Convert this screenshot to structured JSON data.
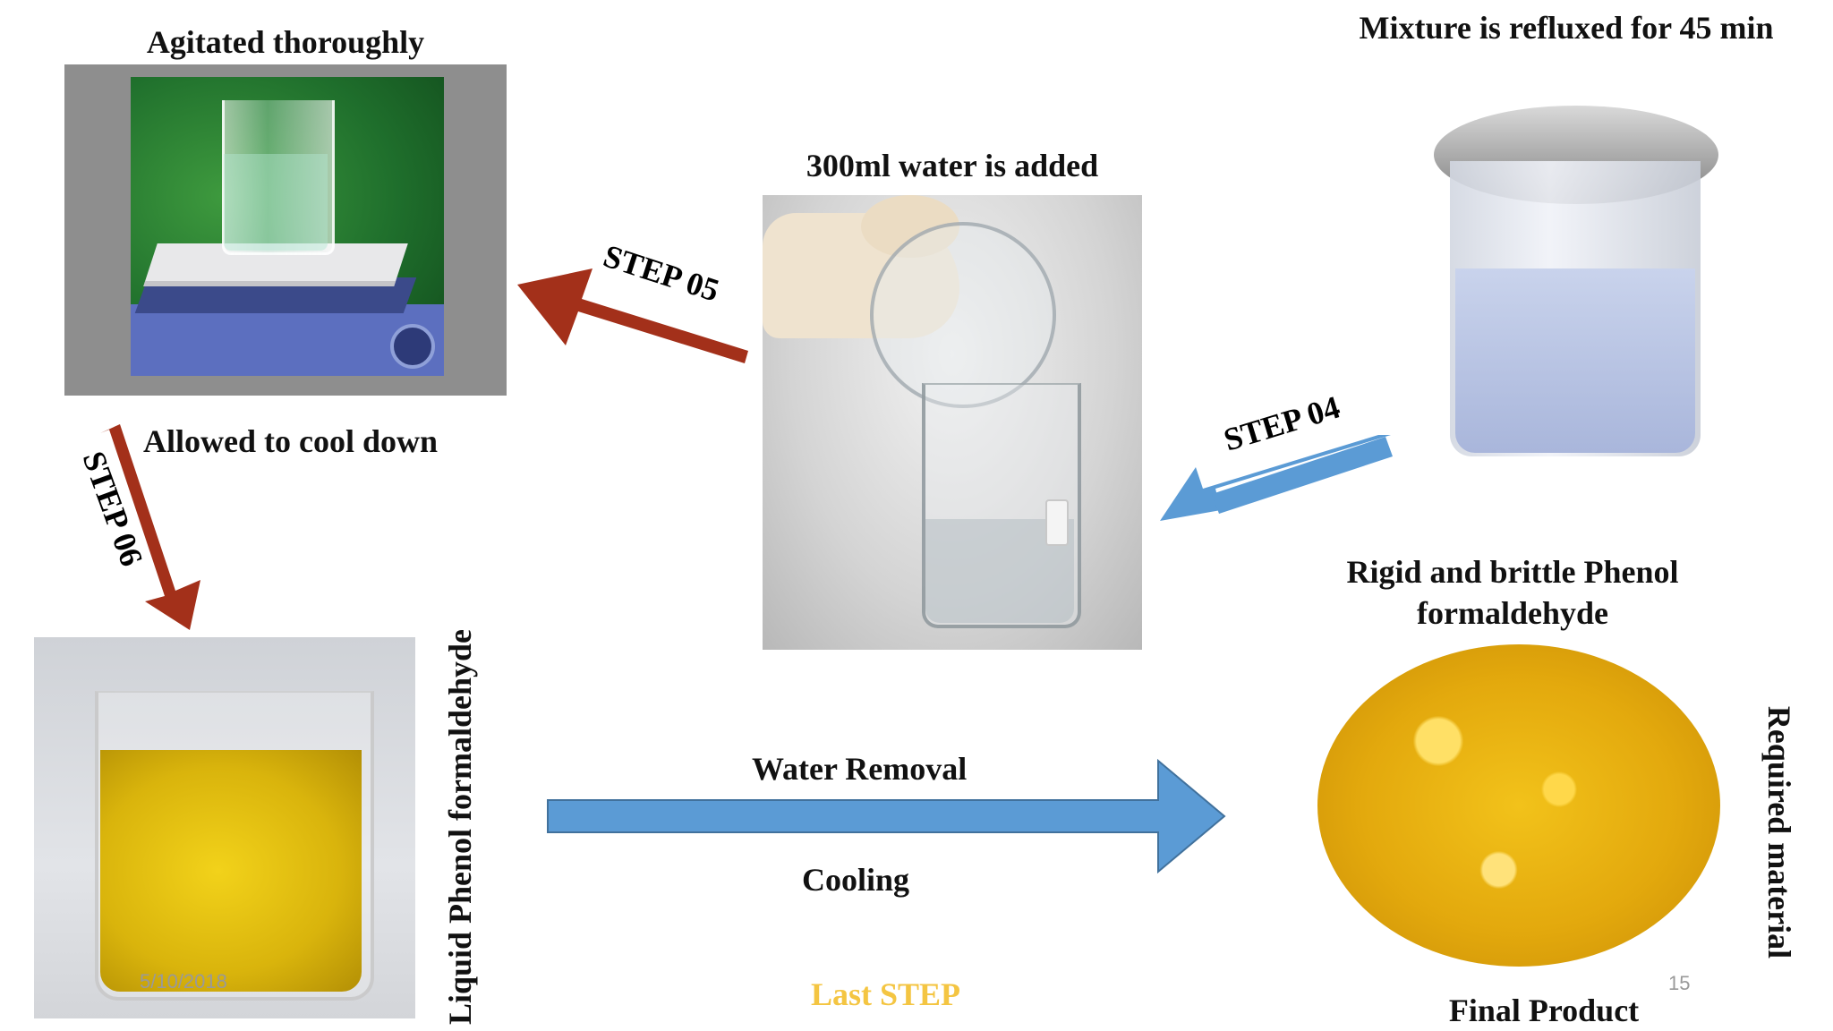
{
  "labels": {
    "agitated": "Agitated thoroughly",
    "refluxed": "Mixture is refluxed for 45 min",
    "water_added": "300ml water is added",
    "cool_down": "Allowed to cool down",
    "rigid": "Rigid and brittle Phenol formaldehyde",
    "liquid_pf": "Liquid Phenol formaldehyde",
    "water_removal": "Water Removal",
    "cooling": "Cooling",
    "last_step": "Last STEP",
    "final_product": "Final Product",
    "required_material": "Required material"
  },
  "steps": {
    "step04": "STEP 04",
    "step05": "STEP 05",
    "step06": "STEP 06"
  },
  "footer": {
    "date": "5/10/2018",
    "page": "15"
  },
  "colors": {
    "blue_arrow": "#5b9bd5",
    "red_arrow": "#a3301a",
    "last_step": "#f4c542"
  }
}
